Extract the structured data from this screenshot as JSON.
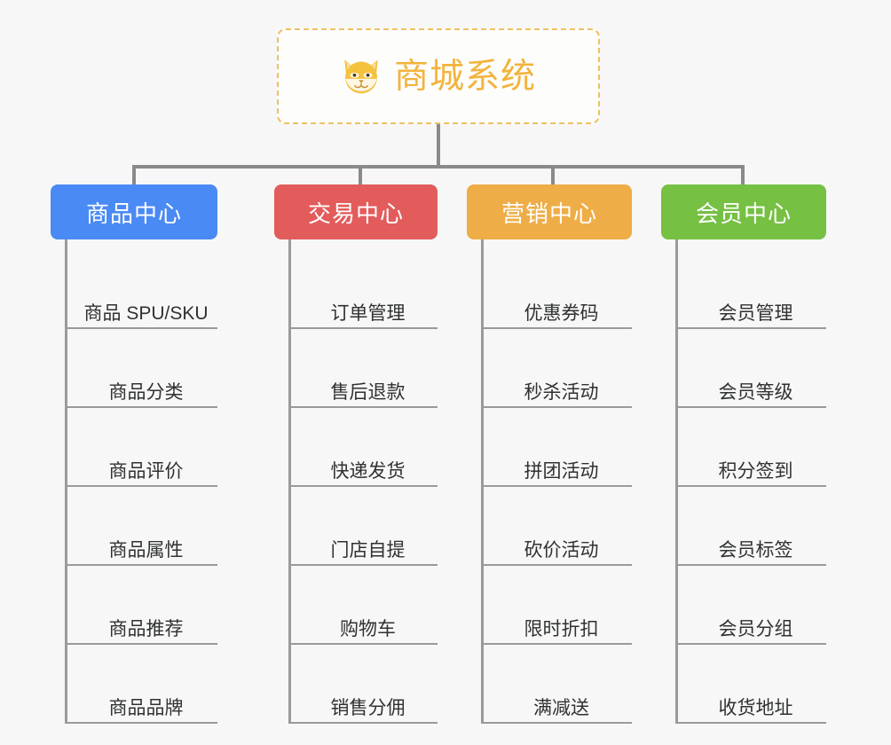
{
  "root": {
    "title": "商城系统",
    "logo_icon": "shiba-dog-icon",
    "border_color": "#f0c060",
    "title_color": "#f3b33d"
  },
  "connector": {
    "color": "#8a8a8a"
  },
  "columns": [
    {
      "id": "product-center",
      "label": "商品中心",
      "color": "#4a8af4",
      "items": [
        "商品 SPU/SKU",
        "商品分类",
        "商品评价",
        "商品属性",
        "商品推荐",
        "商品品牌"
      ]
    },
    {
      "id": "trade-center",
      "label": "交易中心",
      "color": "#e25c5c",
      "items": [
        "订单管理",
        "售后退款",
        "快递发货",
        "门店自提",
        "购物车",
        "销售分佣"
      ]
    },
    {
      "id": "marketing-center",
      "label": "营销中心",
      "color": "#eead46",
      "items": [
        "优惠券码",
        "秒杀活动",
        "拼团活动",
        "砍价活动",
        "限时折扣",
        "满减送"
      ]
    },
    {
      "id": "member-center",
      "label": "会员中心",
      "color": "#76c043",
      "items": [
        "会员管理",
        "会员等级",
        "积分签到",
        "会员标签",
        "会员分组",
        "收货地址"
      ]
    }
  ]
}
